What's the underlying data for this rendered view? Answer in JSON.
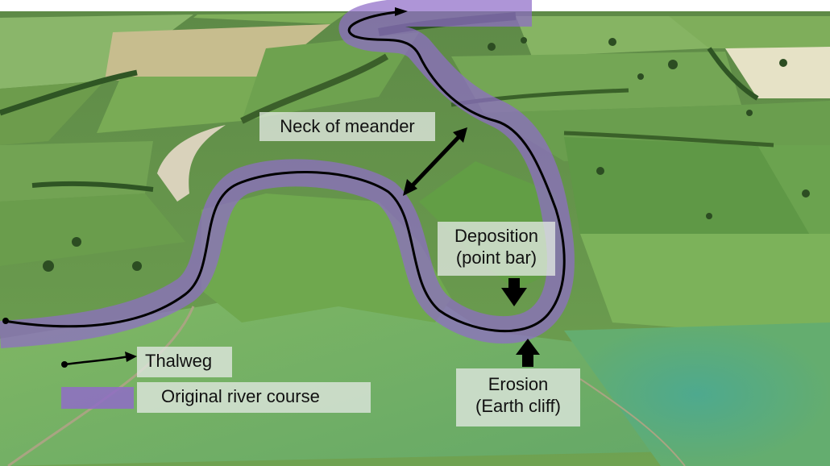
{
  "labels": {
    "neck": "Neck of meander",
    "deposition_line1": "Deposition",
    "deposition_line2": "(point bar)",
    "erosion_line1": "Erosion",
    "erosion_line2": "(Earth cliff)"
  },
  "legend": {
    "thalweg": "Thalweg",
    "original_course": "Original river course"
  },
  "colors": {
    "river_overlay": "#8f6cc7",
    "thalweg_line": "#000000",
    "field_dark": "#4f7f3a",
    "field_light": "#7fb35a",
    "label_bg": "#e1e8e2"
  }
}
